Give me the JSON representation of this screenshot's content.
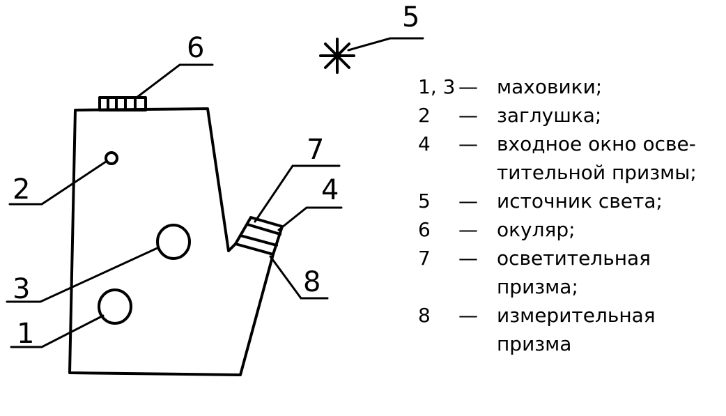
{
  "callouts": {
    "c1": "1",
    "c2": "2",
    "c3": "3",
    "c4": "4",
    "c5": "5",
    "c6": "6",
    "c7": "7",
    "c8": "8"
  },
  "legend": {
    "dash": "—",
    "items": [
      {
        "num": "1, 3",
        "lines": [
          "маховики;"
        ]
      },
      {
        "num": "2",
        "lines": [
          "заглушка;"
        ]
      },
      {
        "num": "4",
        "lines": [
          "входное окно осве-",
          "тительной призмы;"
        ]
      },
      {
        "num": "5",
        "lines": [
          "источник света;"
        ]
      },
      {
        "num": "6",
        "lines": [
          "окуляр;"
        ]
      },
      {
        "num": "7",
        "lines": [
          "осветительная",
          "призма;"
        ]
      },
      {
        "num": "8",
        "lines": [
          "измерительная",
          "призма"
        ]
      }
    ]
  }
}
